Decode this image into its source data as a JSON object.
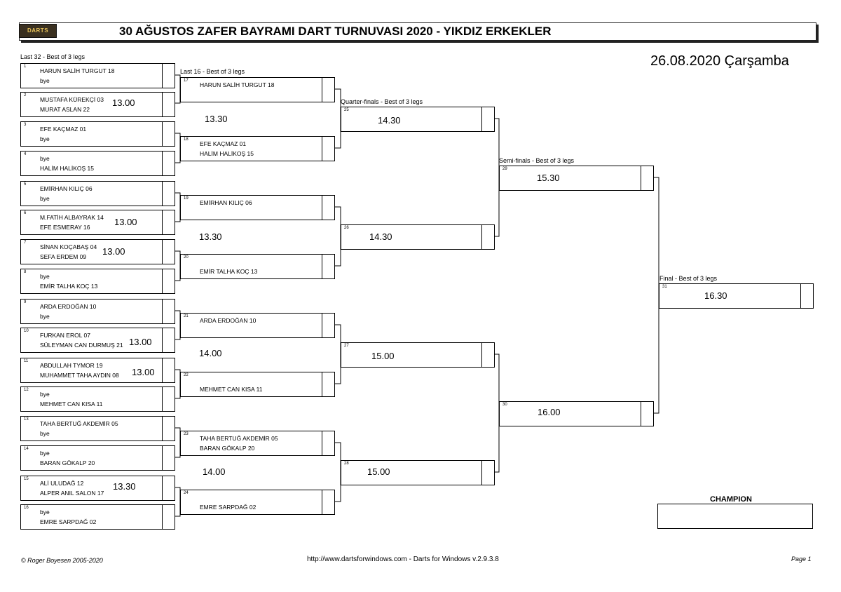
{
  "header": {
    "logo_text": "DARTS",
    "title": "30 AĞUSTOS ZAFER BAYRAMI DART TURNUVASI 2020 - YIKDIZ ERKEKLER",
    "date": "26.08.2020 Çarşamba"
  },
  "rounds": {
    "last32": "Last 32 - Best of 3 legs",
    "last16": "Last 16 - Best of 3 legs",
    "quarter": "Quarter-finals - Best of 3 legs",
    "semi": "Semi-finals - Best of 3 legs",
    "final": "Final - Best of 3 legs"
  },
  "matches": {
    "m1": {
      "num": "1",
      "p1": "HARUN SALİH TURGUT 18",
      "p2": "bye",
      "time": ""
    },
    "m2": {
      "num": "2",
      "p1": "MUSTAFA KÜREKÇİ 03",
      "p2": "MURAT ASLAN 22",
      "time": "13.00"
    },
    "m3": {
      "num": "3",
      "p1": "EFE KAÇMAZ 01",
      "p2": "bye",
      "time": ""
    },
    "m4": {
      "num": "4",
      "p1": "bye",
      "p2": "HALİM HALİKOŞ 15",
      "time": ""
    },
    "m5": {
      "num": "5",
      "p1": "EMİRHAN KILIÇ 06",
      "p2": "bye",
      "time": ""
    },
    "m6": {
      "num": "6",
      "p1": "M.FATİH ALBAYRAK 14",
      "p2": "EFE ESMERAY 16",
      "time": "13.00"
    },
    "m7": {
      "num": "7",
      "p1": "SİNAN KOÇABAŞ 04",
      "p2": "SEFA ERDEM 09",
      "time": "13.00"
    },
    "m8": {
      "num": "8",
      "p1": "bye",
      "p2": "EMİR TALHA KOÇ 13",
      "time": ""
    },
    "m9": {
      "num": "9",
      "p1": "ARDA ERDOĞAN 10",
      "p2": "bye",
      "time": ""
    },
    "m10": {
      "num": "10",
      "p1": "FURKAN EROL 07",
      "p2": "SÜLEYMAN CAN DURMUŞ 21",
      "time": "13.00"
    },
    "m11": {
      "num": "11",
      "p1": "ABDULLAH TYMOR 19",
      "p2": "MUHAMMET TAHA AYDIN 08",
      "time": "13.00"
    },
    "m12": {
      "num": "12",
      "p1": "bye",
      "p2": "MEHMET CAN KISA 11",
      "time": ""
    },
    "m13": {
      "num": "13",
      "p1": "TAHA BERTUĞ AKDEMİR 05",
      "p2": "bye",
      "time": ""
    },
    "m14": {
      "num": "14",
      "p1": "bye",
      "p2": "BARAN GÖKALP 20",
      "time": ""
    },
    "m15": {
      "num": "15",
      "p1": "ALİ ULUDAĞ 12",
      "p2": "ALPER ANIL SALON 17",
      "time": "13.30"
    },
    "m16": {
      "num": "16",
      "p1": "bye",
      "p2": "EMRE SARPDAĞ 02",
      "time": ""
    },
    "m17": {
      "num": "17",
      "p1": "HARUN SALİH TURGUT 18",
      "p2": ""
    },
    "m18": {
      "num": "18",
      "p1": "EFE KAÇMAZ 01",
      "p2": "HALİM HALİKOŞ 15"
    },
    "m19": {
      "num": "19",
      "p1": "EMİRHAN KILIÇ 06",
      "p2": ""
    },
    "m20": {
      "num": "20",
      "p1": "",
      "p2": "EMİR TALHA KOÇ 13"
    },
    "m21": {
      "num": "21",
      "p1": "ARDA ERDOĞAN 10",
      "p2": ""
    },
    "m22": {
      "num": "22",
      "p1": "",
      "p2": "MEHMET CAN KISA 11"
    },
    "m23": {
      "num": "23",
      "p1": "TAHA BERTUĞ AKDEMİR 05",
      "p2": "BARAN GÖKALP 20"
    },
    "m24": {
      "num": "24",
      "p1": "",
      "p2": "EMRE SARPDAĞ 02"
    },
    "m25": {
      "num": "25",
      "time": "14.30"
    },
    "m26": {
      "num": "26",
      "time": "14.30"
    },
    "m27": {
      "num": "27",
      "time": "15.00"
    },
    "m28": {
      "num": "28",
      "time": "15.00"
    },
    "m29": {
      "num": "29",
      "time": "15.30"
    },
    "m30": {
      "num": "30",
      "time": "16.00"
    },
    "m31": {
      "num": "31",
      "time": "16.30"
    }
  },
  "last16_times": {
    "a": "13.30",
    "b": "13.30",
    "c": "14.00",
    "d": "14.00"
  },
  "champion_label": "CHAMPION",
  "footer": {
    "copyright": "© Roger Boyesen 2005-2020",
    "url": "http://www.dartsforwindows.com - Darts for Windows v.2.9.3.8",
    "page": "Page 1"
  }
}
